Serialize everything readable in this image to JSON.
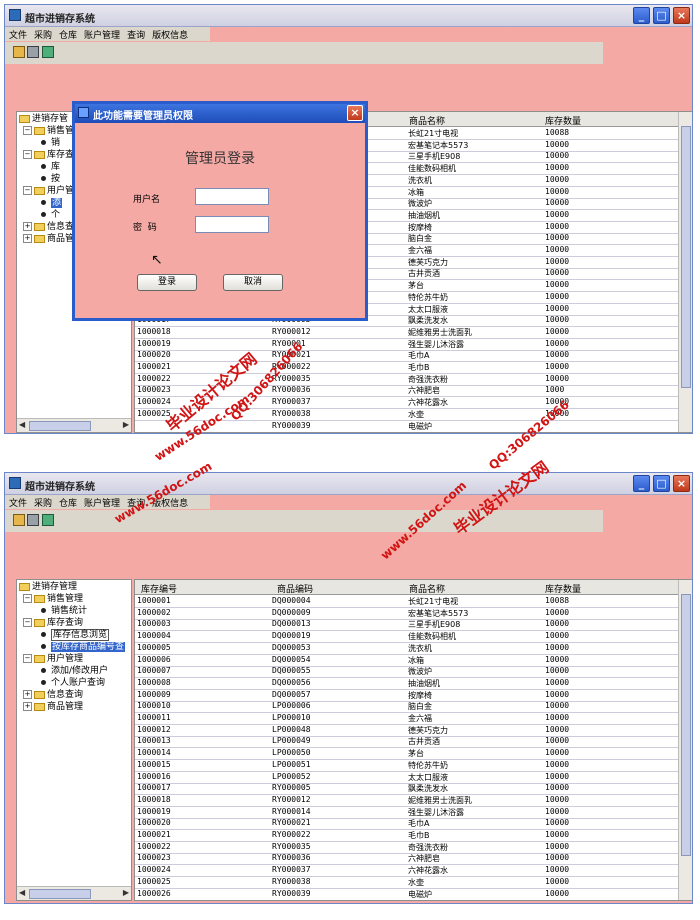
{
  "app": {
    "title": "超市进销存系统"
  },
  "menu": [
    "文件",
    "采购",
    "仓库",
    "账户管理",
    "查询",
    "版权信息"
  ],
  "toolbar_icons": [
    "open-folder-icon",
    "save-icon",
    "book-icon"
  ],
  "columns": [
    "库存编号",
    "商品编码",
    "商品名称",
    "库存数量"
  ],
  "top_window": {
    "tree": [
      {
        "label": "进销存管",
        "type": "root"
      },
      {
        "label": "销售管",
        "type": "folder"
      },
      {
        "label": "销",
        "type": "leaf"
      },
      {
        "label": "库存查",
        "type": "folder"
      },
      {
        "label": "库",
        "type": "leaf"
      },
      {
        "label": "按",
        "type": "leaf"
      },
      {
        "label": "用户管",
        "type": "folder"
      },
      {
        "label": "添",
        "type": "leaf",
        "selected": true
      },
      {
        "label": "个",
        "type": "leaf"
      },
      {
        "label": "信息查",
        "type": "folder-collapsed"
      },
      {
        "label": "商品管",
        "type": "folder-collapsed"
      }
    ],
    "rows": [
      [
        "",
        "",
        "长虹21寸电视",
        "10088"
      ],
      [
        "",
        "",
        "宏基笔记本5573",
        "10000"
      ],
      [
        "",
        "",
        "三星手机E908",
        "10000"
      ],
      [
        "",
        "",
        "佳能数码相机",
        "10000"
      ],
      [
        "",
        "",
        "洗衣机",
        "10000"
      ],
      [
        "",
        "",
        "冰箱",
        "10000"
      ],
      [
        "",
        "",
        "微波炉",
        "10000"
      ],
      [
        "",
        "",
        "抽油烟机",
        "10000"
      ],
      [
        "",
        "",
        "按摩椅",
        "10000"
      ],
      [
        "",
        "",
        "脑白金",
        "10000"
      ],
      [
        "",
        "",
        "金六福",
        "10000"
      ],
      [
        "",
        "",
        "德芙巧克力",
        "10000"
      ],
      [
        "",
        "",
        "古井贡酒",
        "10000"
      ],
      [
        "",
        "",
        "茅台",
        "10000"
      ],
      [
        "",
        "",
        "特伦苏牛奶",
        "10000"
      ],
      [
        "",
        "",
        "太太口服液",
        "10000"
      ],
      [
        "1000017",
        "RY000005",
        "飘柔洗发水",
        "10000"
      ],
      [
        "1000018",
        "RY000012",
        "妮维雅男士洗面乳",
        "10000"
      ],
      [
        "1000019",
        "RY00001",
        "强生婴儿沐浴露",
        "10000"
      ],
      [
        "1000020",
        "RY000021",
        "毛巾A",
        "10000"
      ],
      [
        "1000021",
        "RY000022",
        "毛巾B",
        "10000"
      ],
      [
        "1000022",
        "RY000035",
        "奇强洗衣粉",
        "10000"
      ],
      [
        "1000023",
        "RY000036",
        "六神肥皂",
        "1000"
      ],
      [
        "1000024",
        "RY000037",
        "六神花露水",
        "10000"
      ],
      [
        "1000025",
        "RY000038",
        "水壶",
        "10000"
      ],
      [
        "",
        "RY000039",
        "电磁炉",
        ""
      ]
    ],
    "dialog": {
      "title": "此功能需要管理员权限",
      "heading": "管理员登录",
      "username_label": "用户名",
      "password_label": "密  码",
      "login_button": "登录",
      "cancel_button": "取消"
    }
  },
  "bottom_window": {
    "tree": [
      {
        "label": "进销存管理",
        "type": "root"
      },
      {
        "label": "销售管理",
        "type": "folder"
      },
      {
        "label": "销售统计",
        "type": "leaf"
      },
      {
        "label": "库存查询",
        "type": "folder"
      },
      {
        "label": "库存信息浏览",
        "type": "leaf",
        "focused": true
      },
      {
        "label": "按库存商品编号查",
        "type": "leaf",
        "selected": true
      },
      {
        "label": "用户管理",
        "type": "folder"
      },
      {
        "label": "添加/修改用户",
        "type": "leaf"
      },
      {
        "label": "个人账户查询",
        "type": "leaf"
      },
      {
        "label": "信息查询",
        "type": "folder-collapsed"
      },
      {
        "label": "商品管理",
        "type": "folder-collapsed"
      }
    ],
    "rows": [
      [
        "1000001",
        "DQ000004",
        "长虹21寸电视",
        "10088"
      ],
      [
        "1000002",
        "DQ000009",
        "宏基笔记本5573",
        "10000"
      ],
      [
        "1000003",
        "DQ000013",
        "三星手机E908",
        "10000"
      ],
      [
        "1000004",
        "DQ000019",
        "佳能数码相机",
        "10000"
      ],
      [
        "1000005",
        "DQ000053",
        "洗衣机",
        "10000"
      ],
      [
        "1000006",
        "DQ000054",
        "冰箱",
        "10000"
      ],
      [
        "1000007",
        "DQ000055",
        "微波炉",
        "10000"
      ],
      [
        "1000008",
        "DQ000056",
        "抽油烟机",
        "10000"
      ],
      [
        "1000009",
        "DQ000057",
        "按摩椅",
        "10000"
      ],
      [
        "1000010",
        "LP000006",
        "脑白金",
        "10000"
      ],
      [
        "1000011",
        "LP000010",
        "金六福",
        "10000"
      ],
      [
        "1000012",
        "LP000048",
        "德芙巧克力",
        "10000"
      ],
      [
        "1000013",
        "LP000049",
        "古井贡酒",
        "10000"
      ],
      [
        "1000014",
        "LP000050",
        "茅台",
        "10000"
      ],
      [
        "1000015",
        "LP000051",
        "特伦苏牛奶",
        "10000"
      ],
      [
        "1000016",
        "LP000052",
        "太太口服液",
        "10000"
      ],
      [
        "1000017",
        "RY000005",
        "飘柔洗发水",
        "10000"
      ],
      [
        "1000018",
        "RY000012",
        "妮维雅男士洗面乳",
        "10000"
      ],
      [
        "1000019",
        "RY000014",
        "强生婴儿沐浴露",
        "10000"
      ],
      [
        "1000020",
        "RY000021",
        "毛巾A",
        "10000"
      ],
      [
        "1000021",
        "RY000022",
        "毛巾B",
        "10000"
      ],
      [
        "1000022",
        "RY000035",
        "奇强洗衣粉",
        "10000"
      ],
      [
        "1000023",
        "RY000036",
        "六神肥皂",
        "10000"
      ],
      [
        "1000024",
        "RY000037",
        "六神花露水",
        "10000"
      ],
      [
        "1000025",
        "RY000038",
        "水壶",
        "10000"
      ],
      [
        "1000026",
        "RY000039",
        "电磁炉",
        "10000"
      ]
    ]
  },
  "watermarks": {
    "site": "www.56doc.com",
    "qq": "QQ:306826066",
    "name": "毕业设计论文网"
  }
}
